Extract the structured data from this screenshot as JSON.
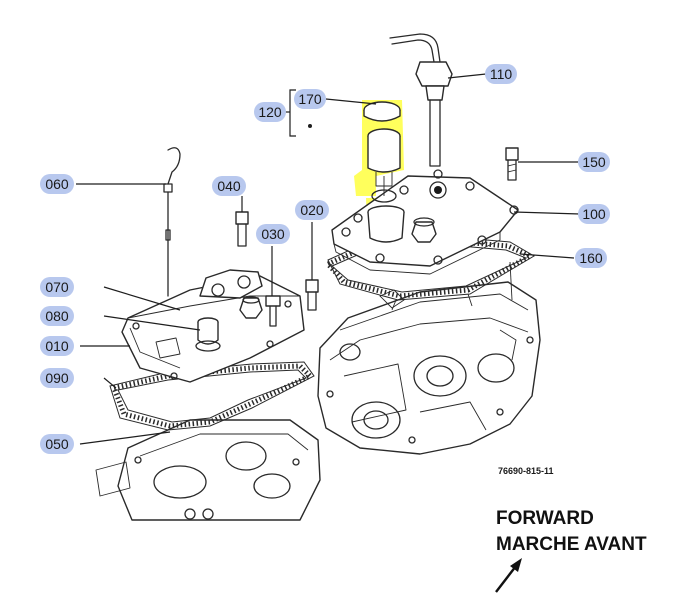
{
  "diagram": {
    "code": "76690-815-11",
    "direction": {
      "line1": "FORWARD",
      "line2": "MARCHE AVANT"
    },
    "highlight_color": "#ffff40",
    "badge_color": "#b8c8ee",
    "callouts": [
      {
        "id": "110",
        "label": "110"
      },
      {
        "id": "170",
        "label": "170"
      },
      {
        "id": "120",
        "label": "120"
      },
      {
        "id": "150",
        "label": "150"
      },
      {
        "id": "060",
        "label": "060"
      },
      {
        "id": "040",
        "label": "040"
      },
      {
        "id": "020",
        "label": "020"
      },
      {
        "id": "100",
        "label": "100"
      },
      {
        "id": "030",
        "label": "030"
      },
      {
        "id": "160",
        "label": "160"
      },
      {
        "id": "070",
        "label": "070"
      },
      {
        "id": "080",
        "label": "080"
      },
      {
        "id": "010",
        "label": "010"
      },
      {
        "id": "090",
        "label": "090"
      },
      {
        "id": "050",
        "label": "050"
      }
    ]
  }
}
